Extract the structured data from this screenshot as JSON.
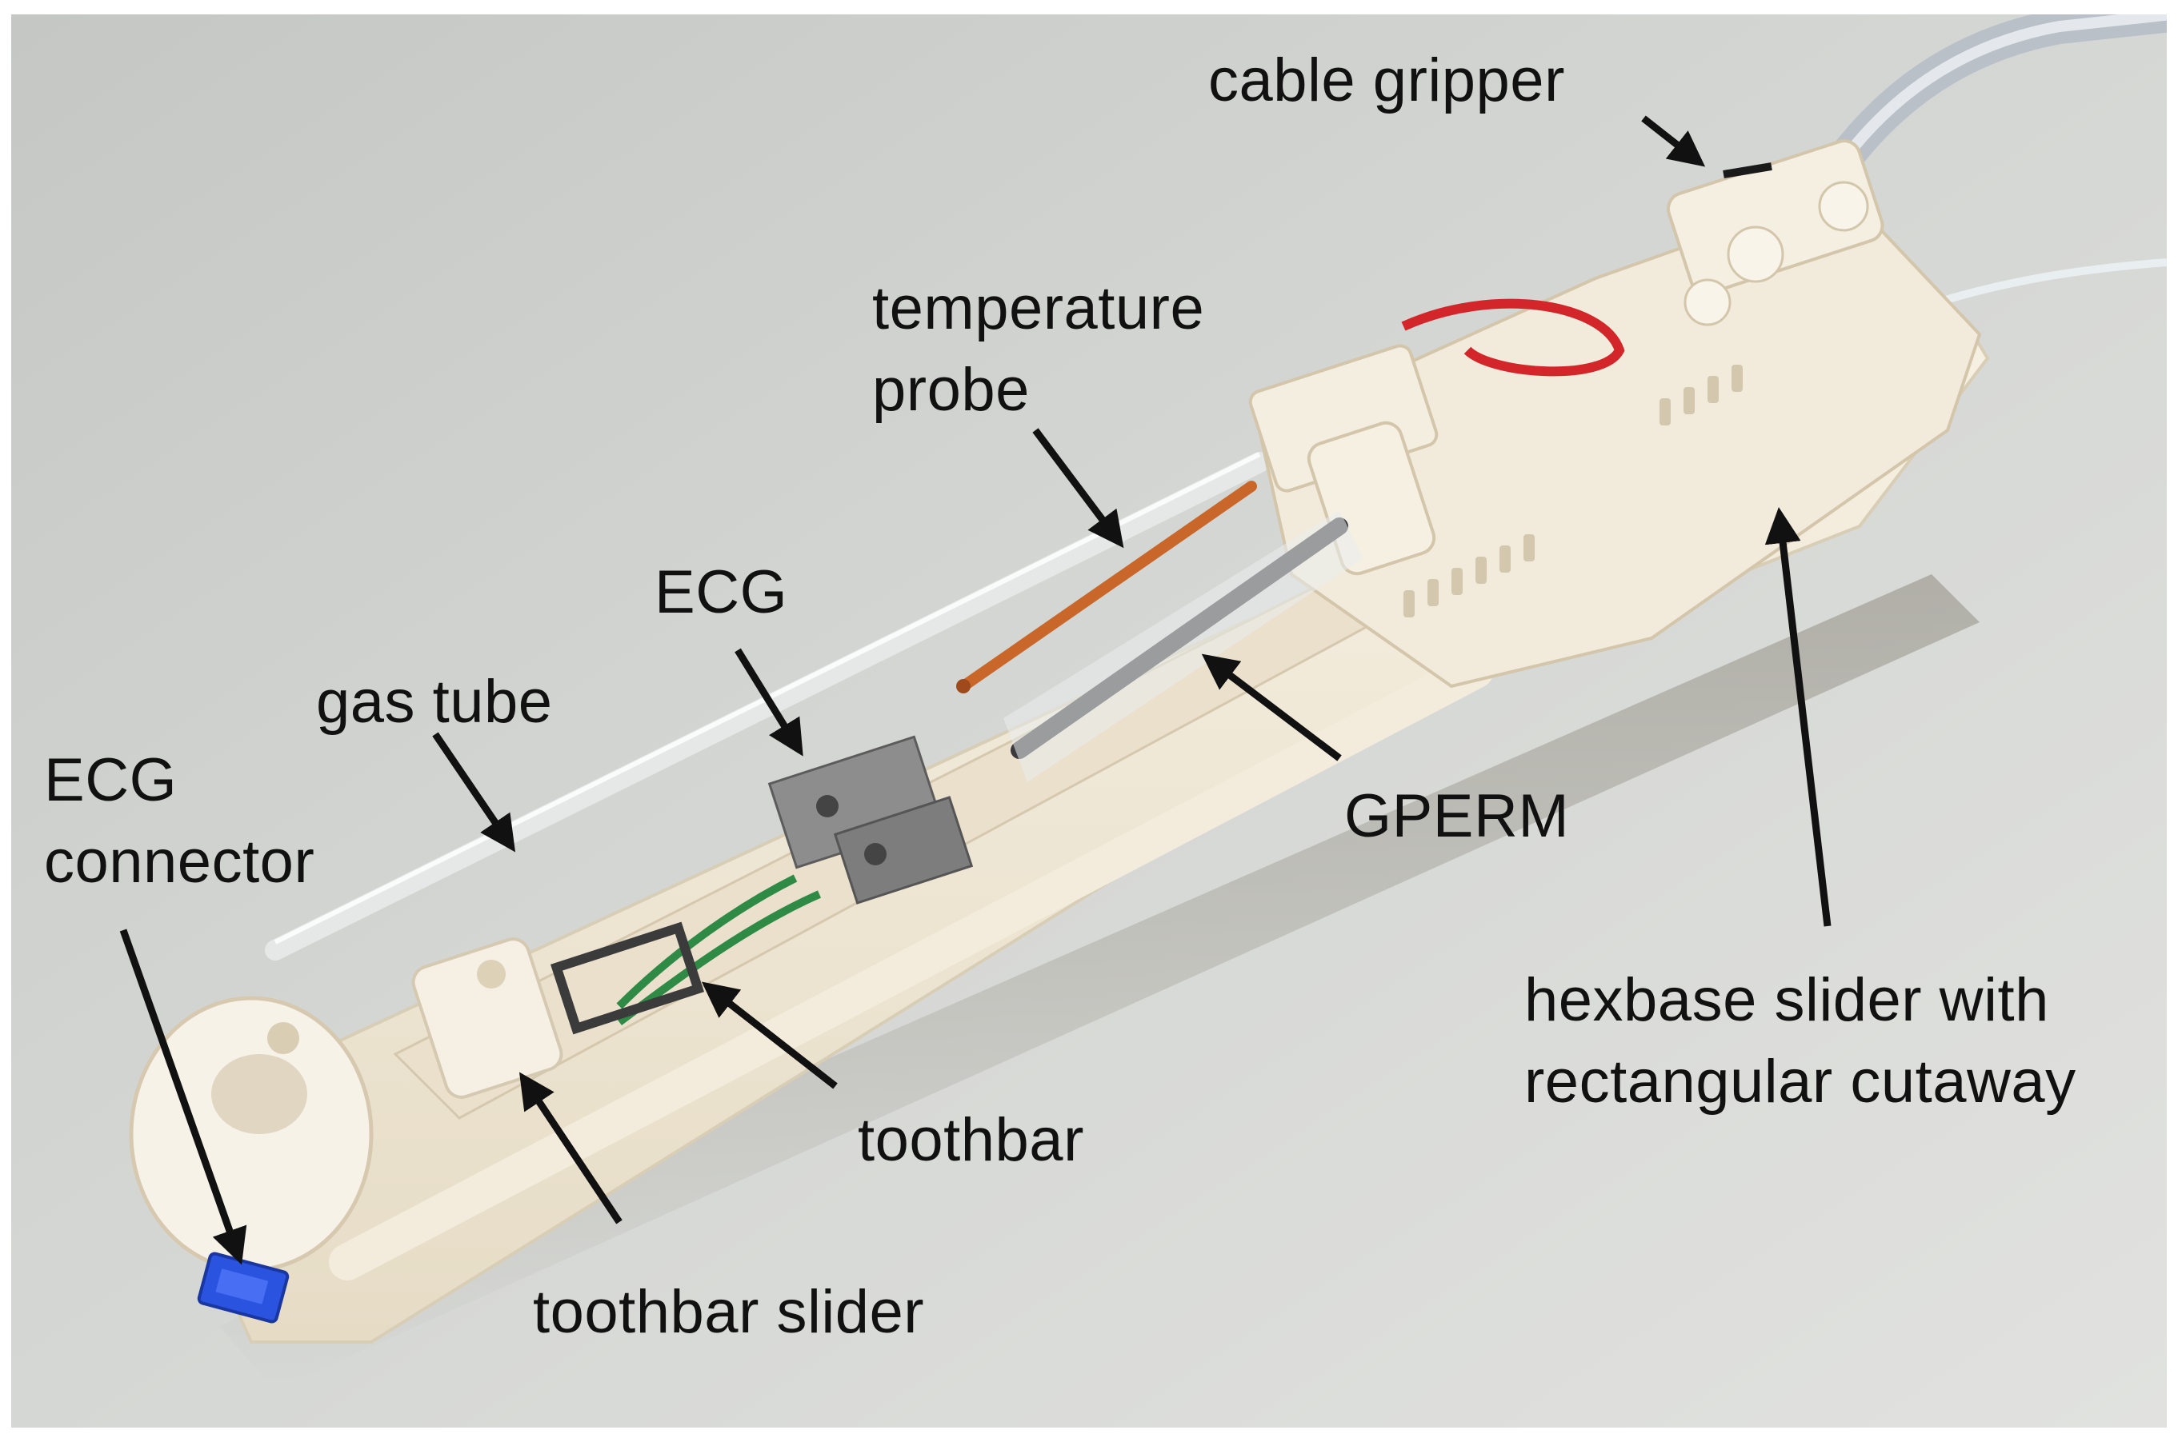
{
  "labels": {
    "cable_gripper": "cable gripper",
    "temperature_probe": [
      "temperature",
      "probe"
    ],
    "ecg_top": "ECG",
    "gas_tube": "gas tube",
    "ecg_connector": [
      "ECG",
      "connector"
    ],
    "gperm": "GPERM",
    "hexbase_slider": [
      "hexbase slider with",
      "rectangular cutaway"
    ],
    "toothbar": "toothbar",
    "toothbar_slider": "toothbar slider"
  },
  "colors": {
    "background": "#cfd1ce",
    "holder_plastic": "#f1e9d9",
    "label_text": "#111111",
    "arrow": "#111111",
    "probe_orange": "#c9662a",
    "ecg_wire_green": "#2f8a45",
    "connector_blue": "#2a54e0",
    "gperm_dark": "#3a3a3c",
    "red_wire": "#d2262a"
  }
}
